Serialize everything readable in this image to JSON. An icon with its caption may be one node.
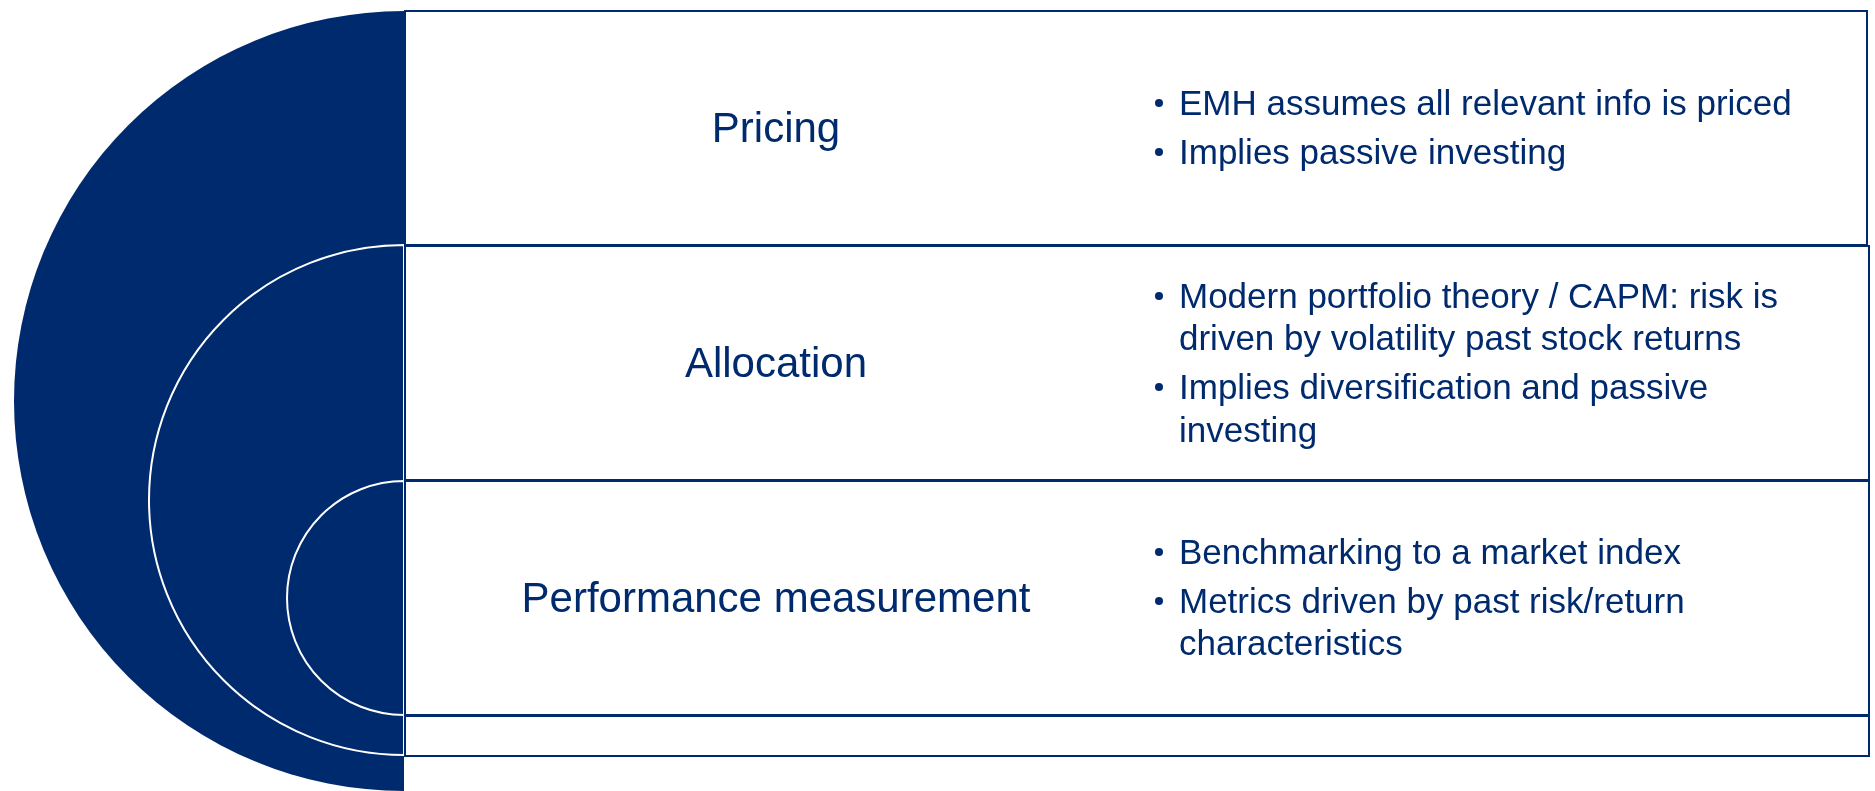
{
  "diagram": {
    "nodes": [
      {
        "text": [
          "Pricing",
          "EMH assumes all relevant info is priced",
          "Implies passive investing"
        ]
      },
      {
        "text": [
          "Allocation",
          "Modern portfolio theory / CAPM: risk is driven by volatility past stock returns",
          "Implies diversification and passive investing"
        ]
      },
      {
        "text": [
          "Performance measurement",
          "Benchmarking to a market index",
          "Metrics driven by past risk/return characteristics"
        ]
      },
      {
        "text": [],
        "shape": "box"
      }
    ]
  }
}
